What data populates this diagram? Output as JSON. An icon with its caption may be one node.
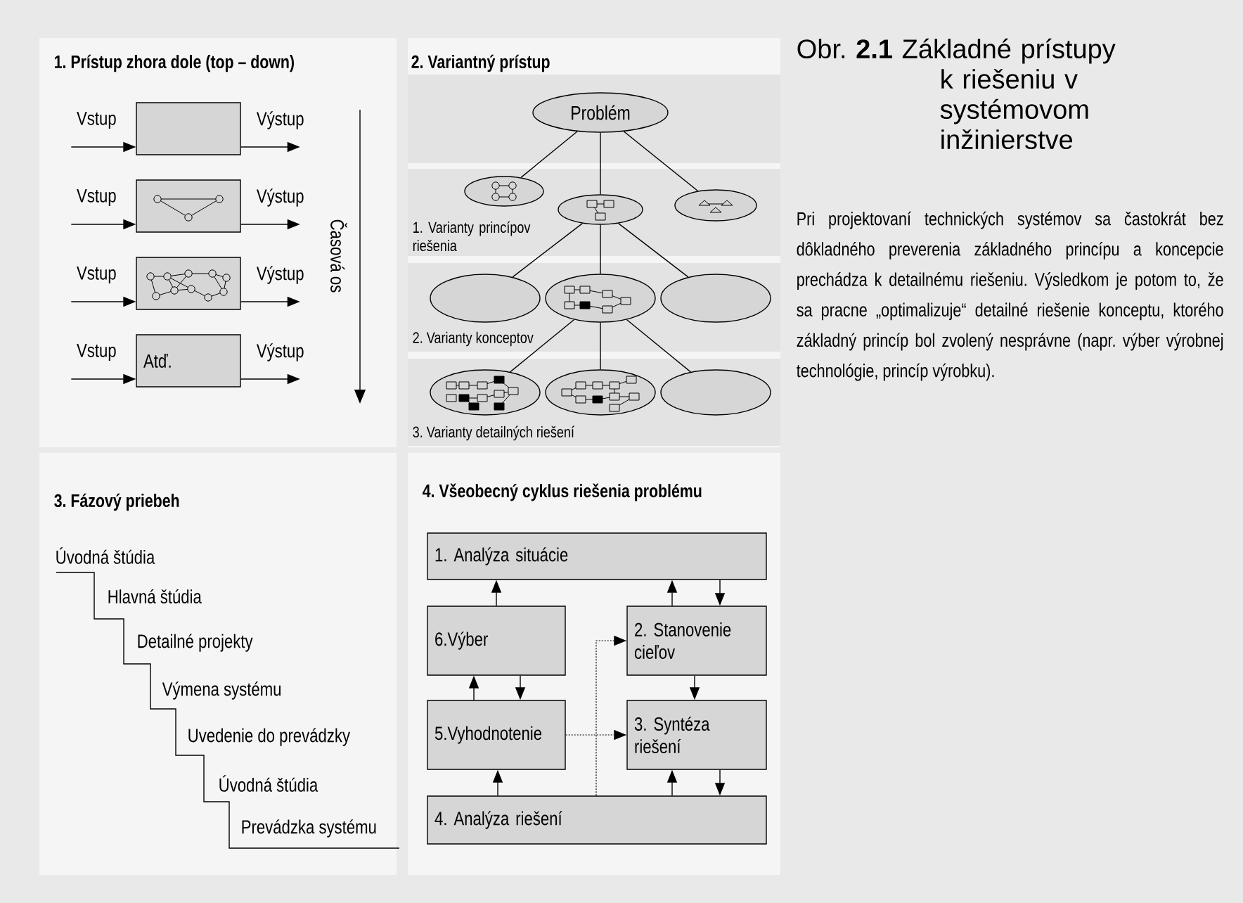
{
  "diagram": {
    "title": "Obr. **2.1** Základné prístupy k riešeniu v systémovom inžinierstve",
    "caption": "Pri projektovaní technických systémov sa častokrát bez dôkladného preverenia základného princípu a koncepcie prechádza k detailnému riešeniu. Výsledkom je potom to, že sa pracne „optimalizuje“ detailné riešenie konceptu, ktorého základný princíp bol zvolený nesprávne (napr. výber výrobnej technológie, princíp výrobku).",
    "nodes": [
      {
        "text": [
          "1. Prístup zhora dole (top – down)"
        ]
      },
      {
        "text": [],
        "shape": "box",
        "in": 0
      },
      {
        "text": [],
        "shape": "box",
        "in": 0
      },
      {
        "text": [],
        "shape": "box",
        "in": 0
      },
      {
        "text": [
          "Atď."
        ],
        "in": 0
      },
      {
        "text": [
          "2. Variantný prístup"
        ]
      },
      {
        "text": [
          "Problém"
        ],
        "in": 5
      },
      {
        "text": [],
        "shape": "ellipse",
        "in": 5
      },
      {
        "text": [],
        "shape": "ellipse",
        "in": 5
      },
      {
        "text": [],
        "shape": "ellipse",
        "in": 5
      },
      {
        "text": [],
        "shape": "ellipse",
        "in": 5
      },
      {
        "text": [],
        "shape": "ellipse",
        "in": 5
      },
      {
        "text": [],
        "shape": "ellipse",
        "in": 5
      },
      {
        "text": [],
        "shape": "ellipse",
        "in": 5
      },
      {
        "text": [],
        "shape": "ellipse",
        "in": 5
      },
      {
        "text": [],
        "shape": "ellipse",
        "in": 5
      },
      {
        "text": [
          "3. Fázový priebeh"
        ]
      },
      {
        "text": [
          "4. Všeobecný cyklus riešenia problému"
        ]
      },
      {
        "text": [
          "1. Analýza situácie"
        ],
        "in": 17
      },
      {
        "text": [
          "6.Výber"
        ],
        "in": 17
      },
      {
        "text": [
          "2. Stanovenie cieľov"
        ],
        "in": 17
      },
      {
        "text": [
          "5.Vyhodnotenie"
        ],
        "in": 17
      },
      {
        "text": [
          "3. Syntéza riešení"
        ],
        "in": 17
      },
      {
        "text": [
          "4. Analýza riešení"
        ],
        "in": 17
      }
    ],
    "edges": [
      {
        "from": null,
        "to": 1,
        "arrow": "to",
        "label": "Vstup"
      },
      {
        "from": 1,
        "to": null,
        "arrow": "to",
        "label": "Výstup"
      },
      {
        "from": null,
        "to": 2,
        "arrow": "to",
        "label": "Vstup"
      },
      {
        "from": 2,
        "to": null,
        "arrow": "to",
        "label": "Výstup"
      },
      {
        "from": null,
        "to": 3,
        "arrow": "to",
        "label": "Vstup"
      },
      {
        "from": 3,
        "to": null,
        "arrow": "to",
        "label": "Výstup"
      },
      {
        "from": null,
        "to": 4,
        "arrow": "to",
        "label": "Vstup"
      },
      {
        "from": 4,
        "to": null,
        "arrow": "to",
        "label": "Výstup"
      },
      {
        "from": 6,
        "to": 7,
        "arrow": "none"
      },
      {
        "from": 6,
        "to": 8,
        "arrow": "none"
      },
      {
        "from": 6,
        "to": 9,
        "arrow": "none"
      },
      {
        "from": 8,
        "to": 10,
        "arrow": "none"
      },
      {
        "from": 8,
        "to": 11,
        "arrow": "none"
      },
      {
        "from": 8,
        "to": 12,
        "arrow": "none"
      },
      {
        "from": 11,
        "to": 13,
        "arrow": "none"
      },
      {
        "from": 11,
        "to": 14,
        "arrow": "none"
      },
      {
        "from": 11,
        "to": 15,
        "arrow": "none"
      },
      {
        "from": 19,
        "to": 18,
        "arrow": "to"
      },
      {
        "from": 20,
        "to": 18,
        "arrow": "to"
      },
      {
        "from": 18,
        "to": 20,
        "arrow": "to"
      },
      {
        "from": 21,
        "to": 19,
        "arrow": "to"
      },
      {
        "from": 19,
        "to": 21,
        "arrow": "to"
      },
      {
        "from": 20,
        "to": 22,
        "arrow": "to"
      },
      {
        "from": 23,
        "to": 20,
        "arrow": "to",
        "style": "dashed"
      },
      {
        "from": 21,
        "to": 22,
        "arrow": "to",
        "style": "dashed"
      },
      {
        "from": 23,
        "to": 21,
        "arrow": "to"
      },
      {
        "from": 23,
        "to": 22,
        "arrow": "to"
      },
      {
        "from": 22,
        "to": 23,
        "arrow": "to"
      }
    ],
    "labels": [
      "Časová os",
      "1. Varianty princípov riešenia",
      "2. Varianty konceptov",
      "3. Varianty detailných riešení",
      "Úvodná štúdia",
      "Hlavná štúdia",
      "Detailné projekty",
      "Výmena systému",
      "Uvedenie do prevádzky",
      "Úvodná štúdia",
      "Prevádzka systému"
    ]
  }
}
